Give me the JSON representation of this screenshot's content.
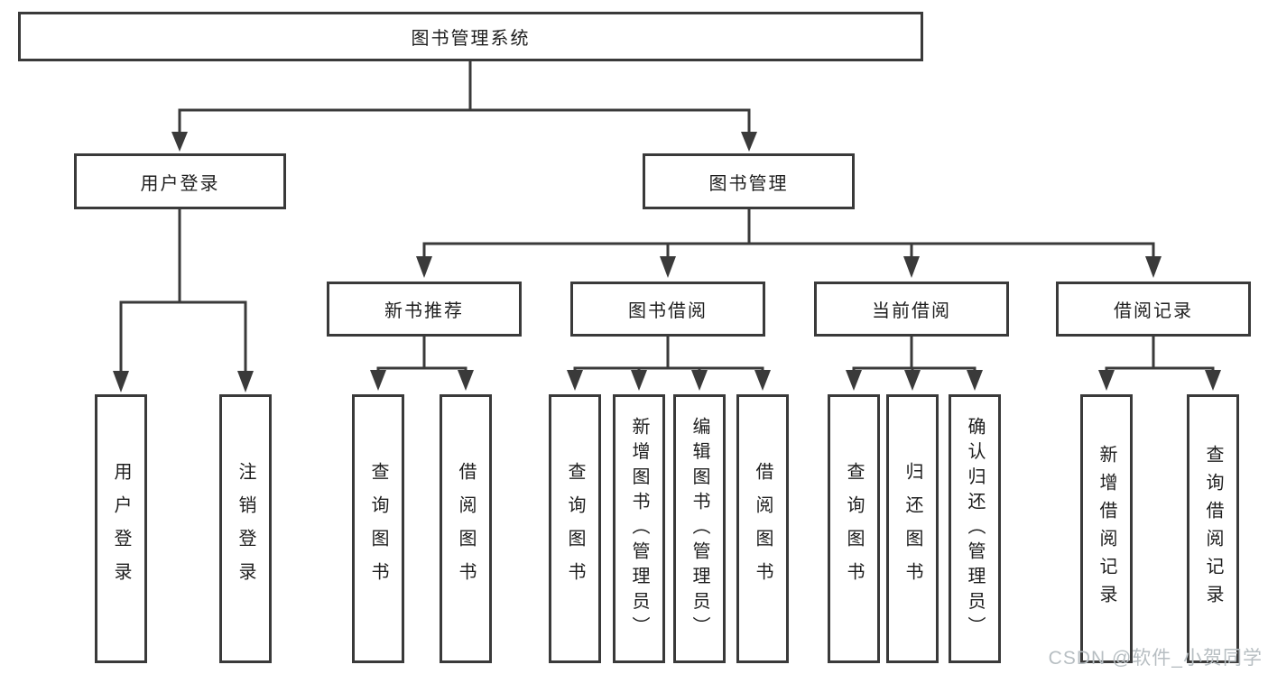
{
  "diagram": {
    "root": {
      "label": "图书管理系统"
    },
    "branches": [
      {
        "label": "用户登录",
        "children": [
          {
            "label": "用户登录"
          },
          {
            "label": "注销登录"
          }
        ]
      },
      {
        "label": "图书管理",
        "children": [
          {
            "label": "新书推荐",
            "children": [
              {
                "label": "查询图书"
              },
              {
                "label": "借阅图书"
              }
            ]
          },
          {
            "label": "图书借阅",
            "children": [
              {
                "label": "查询图书"
              },
              {
                "label": "新增图书（管理员）"
              },
              {
                "label": "编辑图书（管理员）"
              },
              {
                "label": "借阅图书"
              }
            ]
          },
          {
            "label": "当前借阅",
            "children": [
              {
                "label": "查询图书"
              },
              {
                "label": "归还图书"
              },
              {
                "label": "确认归还（管理员）"
              }
            ]
          },
          {
            "label": "借阅记录",
            "children": [
              {
                "label": "新增借阅记录"
              },
              {
                "label": "查询借阅记录"
              }
            ]
          }
        ]
      }
    ]
  },
  "watermark": "CSDN @软件_小贺同学",
  "colors": {
    "line": "#3a3a3a",
    "text": "#1e1e1e",
    "watermark": "#b7bec2",
    "background": "#ffffff"
  }
}
